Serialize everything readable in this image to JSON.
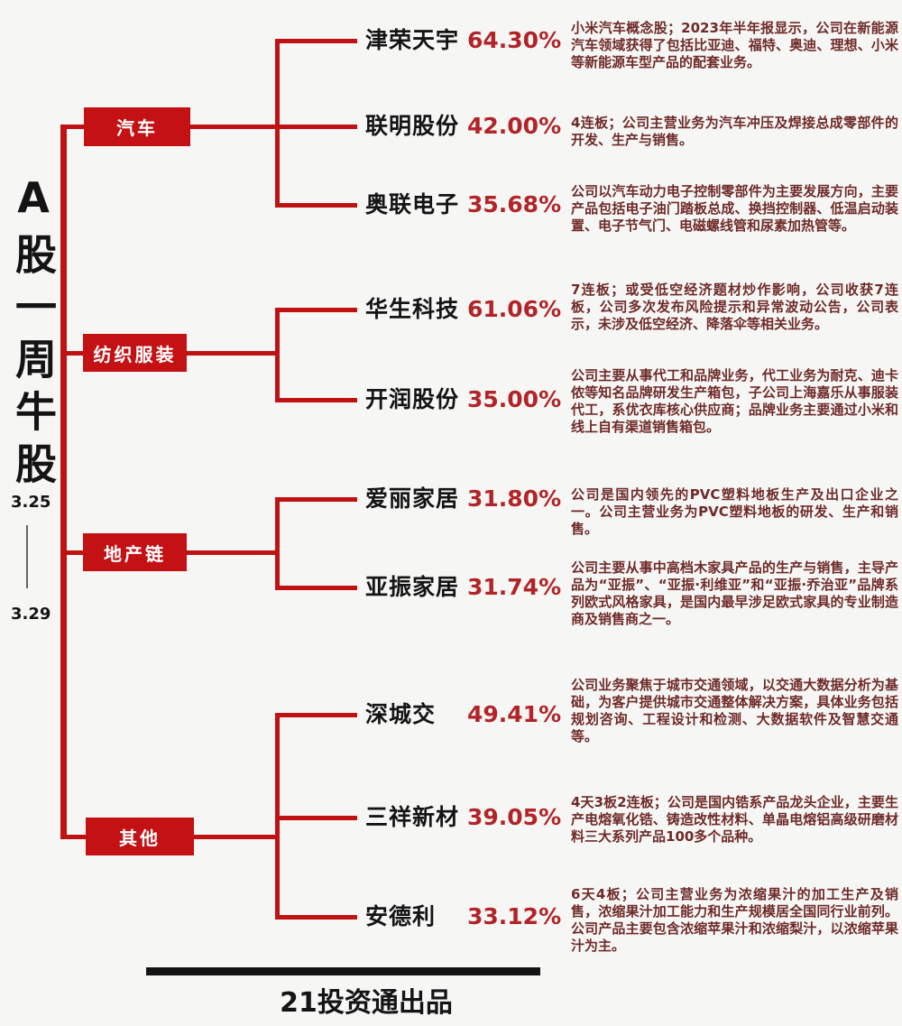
{
  "page": {
    "title_vertical": "A股一周牛股",
    "date_from": "3.25",
    "date_to": "3.29",
    "footer_credit": "21投资通出品"
  },
  "colors": {
    "bg": "#f6f7f5",
    "red_line": "#c01212",
    "red_box": "#c31114",
    "red_pct": "#b22428",
    "maroon_desc": "#6e2a28",
    "ink": "#141414"
  },
  "groups": [
    {
      "label": "汽车",
      "stocks": [
        {
          "name": "津荣天宇",
          "pct": "64.30%",
          "desc": "小米汽车概念股；2023年半年报显示，公司在新能源汽车领域获得了包括比亚迪、福特、奥迪、理想、小米等新能源车型产品的配套业务。"
        },
        {
          "name": "联明股份",
          "pct": "42.00%",
          "desc": "4连板；公司主营业务为汽车冲压及焊接总成零部件的开发、生产与销售。"
        },
        {
          "name": "奥联电子",
          "pct": "35.68%",
          "desc": "公司以汽车动力电子控制零部件为主要发展方向，主要产品包括电子油门踏板总成、换挡控制器、低温启动装置、电子节气门、电磁螺线管和尿素加热管等。"
        }
      ]
    },
    {
      "label": "纺织服装",
      "stocks": [
        {
          "name": "华生科技",
          "pct": "61.06%",
          "desc": "7连板；或受低空经济题材炒作影响，公司收获7连板，公司多次发布风险提示和异常波动公告，公司表示，未涉及低空经济、降落伞等相关业务。"
        },
        {
          "name": "开润股份",
          "pct": "35.00%",
          "desc": "公司主要从事代工和品牌业务，代工业务为耐克、迪卡侬等知名品牌研发生产箱包，子公司上海嘉乐从事服装代工，系优衣库核心供应商；品牌业务主要通过小米和线上自有渠道销售箱包。"
        }
      ]
    },
    {
      "label": "地产链",
      "stocks": [
        {
          "name": "爱丽家居",
          "pct": "31.80%",
          "desc": "公司是国内领先的PVC塑料地板生产及出口企业之一。公司主营业务为PVC塑料地板的研发、生产和销售。"
        },
        {
          "name": "亚振家居",
          "pct": "31.74%",
          "desc": "公司主要从事中高档木家具产品的生产与销售，主导产品为“亚振”、“亚振·利维亚”和“亚振·乔治亚”品牌系列欧式风格家具，是国内最早涉足欧式家具的专业制造商及销售商之一。"
        }
      ]
    },
    {
      "label": "其他",
      "stocks": [
        {
          "name": "深城交",
          "pct": "49.41%",
          "desc": "公司业务聚焦于城市交通领域，以交通大数据分析为基础，为客户提供城市交通整体解决方案，具体业务包括规划咨询、工程设计和检测、大数据软件及智慧交通等。"
        },
        {
          "name": "三祥新材",
          "pct": "39.05%",
          "desc": "4天3板2连板；公司是国内锆系产品龙头企业，主要生产电熔氧化锆、铸造改性材料、单晶电熔铝高级研磨材料三大系列产品100多个品种。"
        },
        {
          "name": "安德利",
          "pct": "33.12%",
          "desc": "6天4板；公司主营业务为浓缩果汁的加工生产及销售，浓缩果汁加工能力和生产规模居全国同行业前列。公司产品主要包含浓缩苹果汁和浓缩梨汁，以浓缩苹果汁为主。"
        }
      ]
    }
  ]
}
